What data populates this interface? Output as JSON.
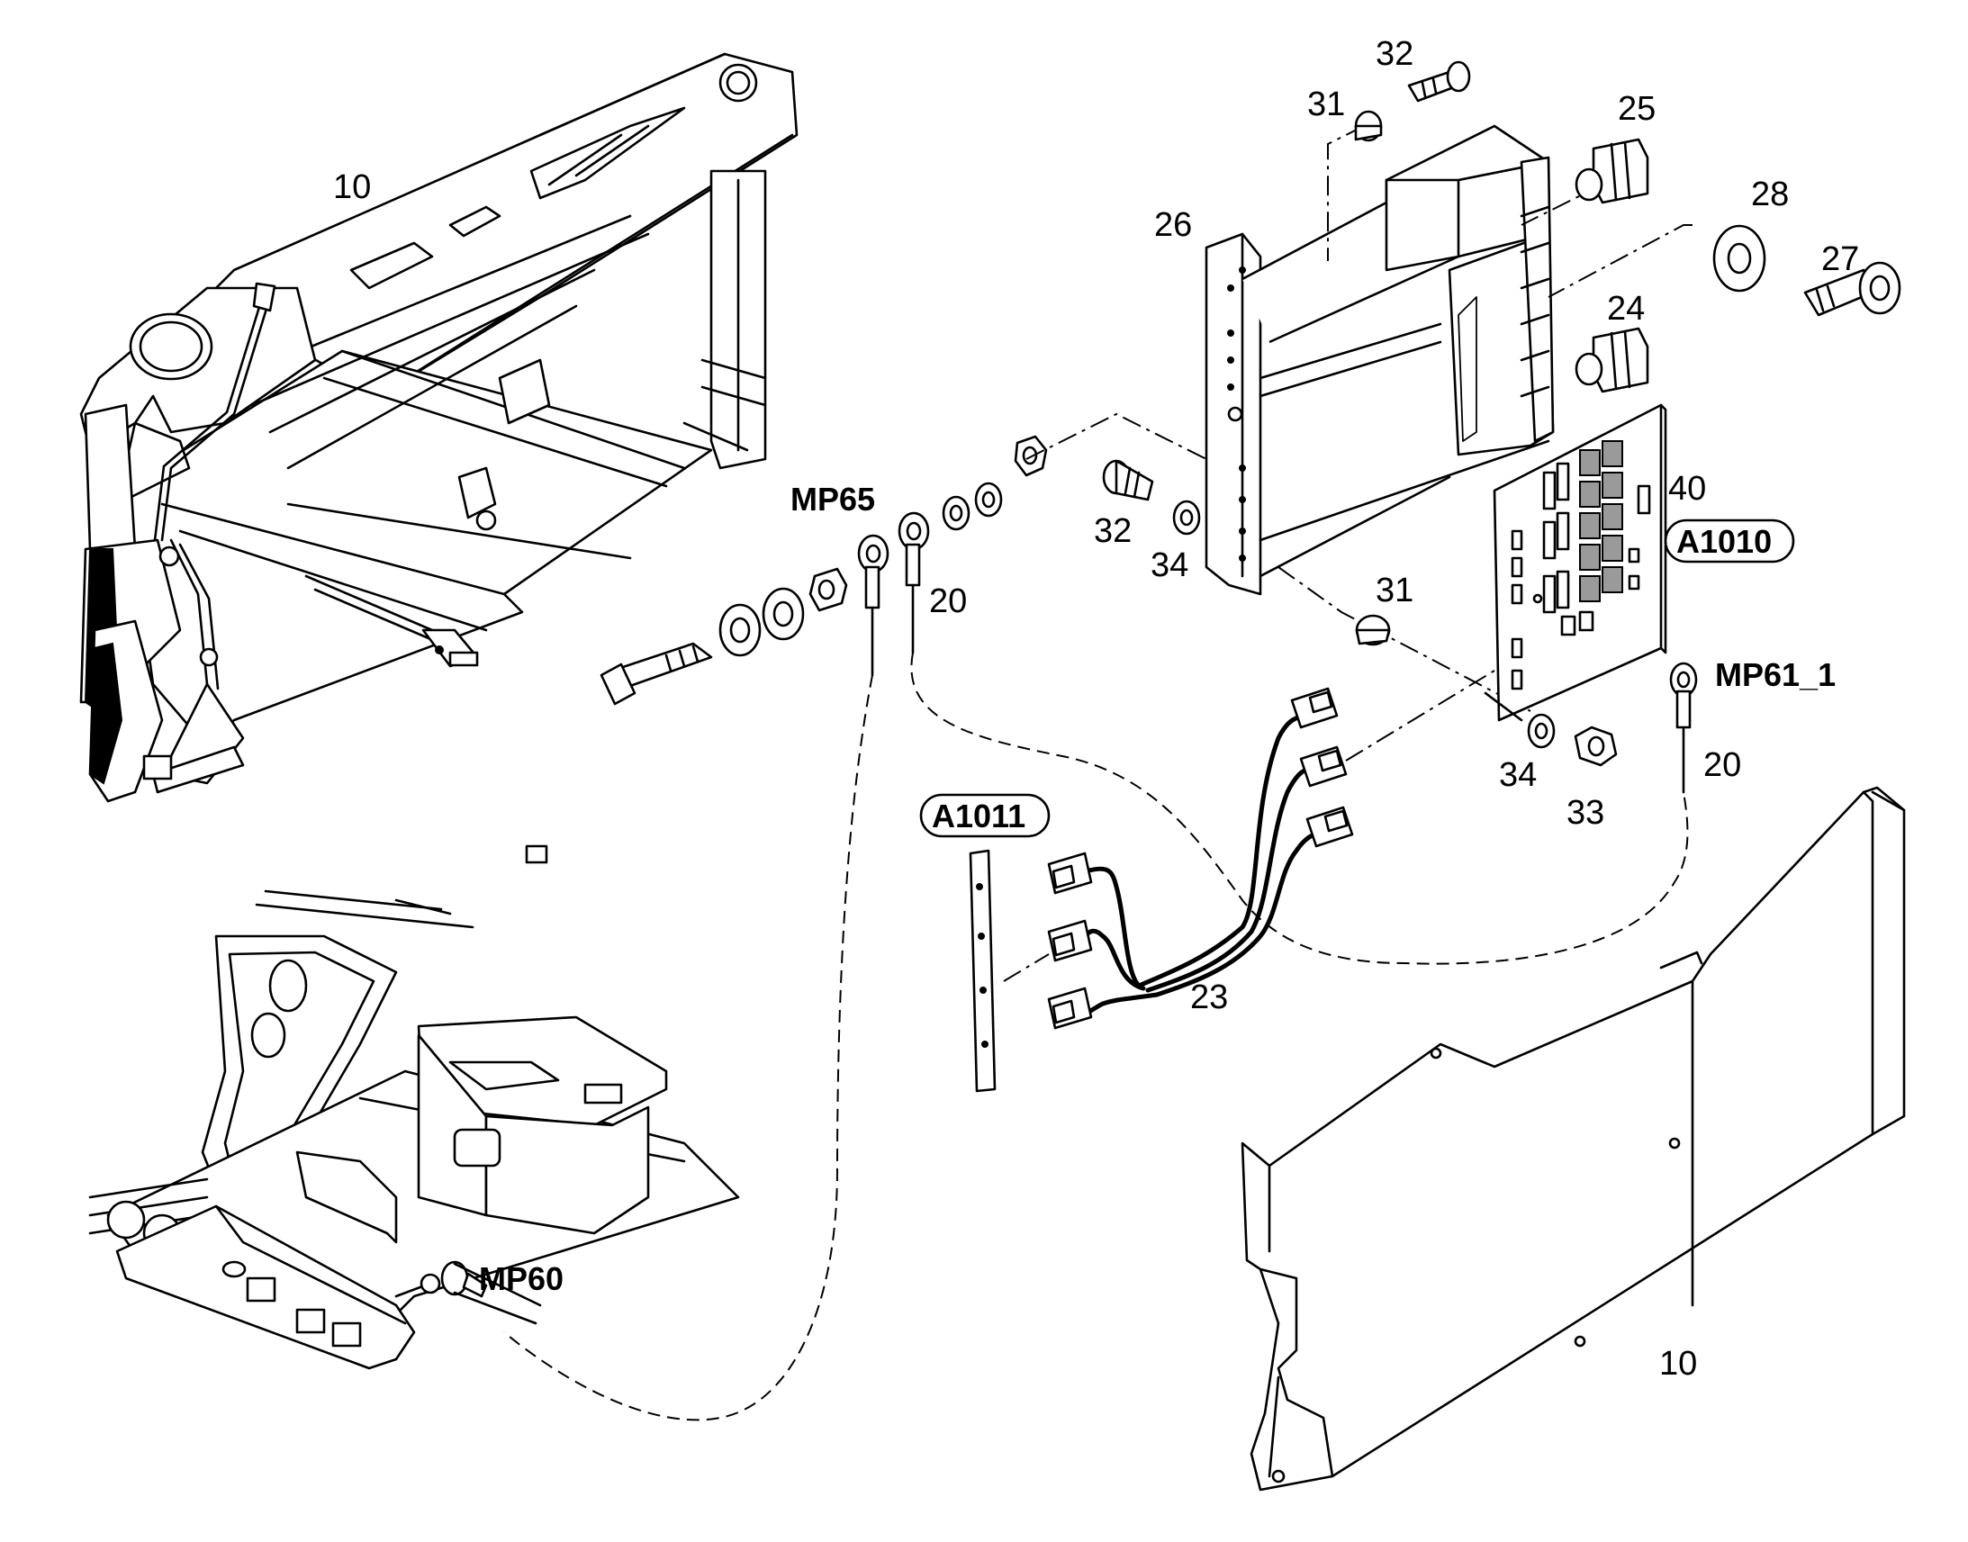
{
  "labels": {
    "c10_top": "10",
    "c10_bottom": "10",
    "c20_left": "20",
    "c20_right": "20",
    "c23": "23",
    "c24": "24",
    "c25": "25",
    "c26": "26",
    "c27": "27",
    "c28": "28",
    "c31_top": "31",
    "c31_mid": "31",
    "c32_top": "32",
    "c32_mid": "32",
    "c33": "33",
    "c34_mid": "34",
    "c34_bottom": "34",
    "c40": "40"
  },
  "measuring_points": {
    "mp65": "MP65",
    "mp60": "MP60",
    "mp61_1": "MP61_1"
  },
  "modules": {
    "a1010": "A1010",
    "a1011": "A1011"
  }
}
